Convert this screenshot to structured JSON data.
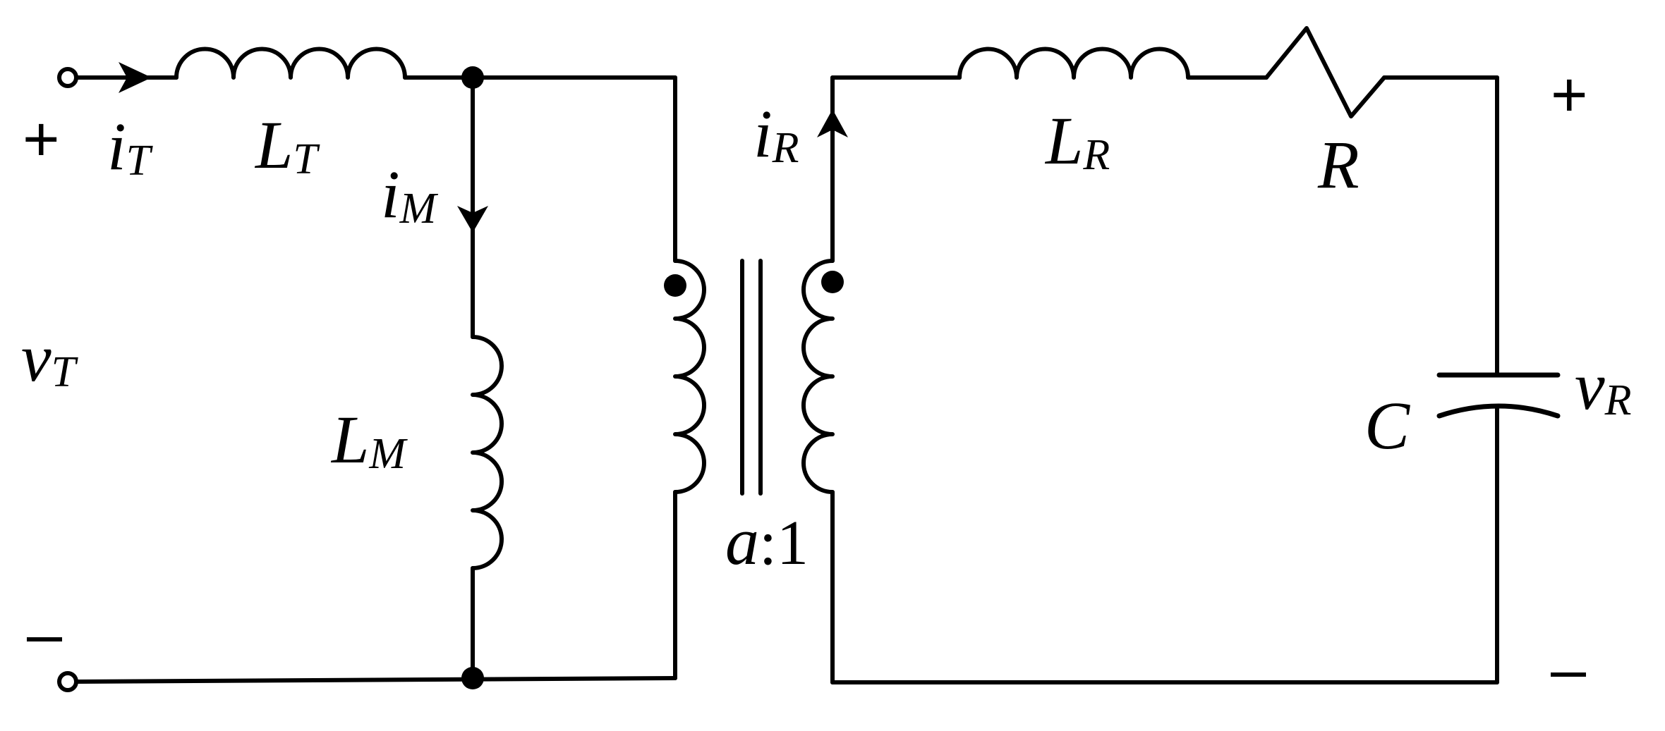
{
  "circuit": {
    "components": {
      "LT": {
        "symbol": "L",
        "sub": "T"
      },
      "LM": {
        "symbol": "L",
        "sub": "M"
      },
      "LR": {
        "symbol": "L",
        "sub": "R"
      },
      "R": {
        "symbol": "R"
      },
      "C": {
        "symbol": "C"
      }
    },
    "currents": {
      "iT": {
        "symbol": "i",
        "sub": "T"
      },
      "iM": {
        "symbol": "i",
        "sub": "M"
      },
      "iR": {
        "symbol": "i",
        "sub": "R"
      }
    },
    "voltages": {
      "vT": {
        "symbol": "v",
        "sub": "T"
      },
      "vR": {
        "symbol": "v",
        "sub": "R"
      }
    },
    "transformer": {
      "ratio_var": "a",
      "ratio_rest": ":1"
    },
    "polarity": {
      "plus": "+",
      "minus": "–"
    }
  }
}
